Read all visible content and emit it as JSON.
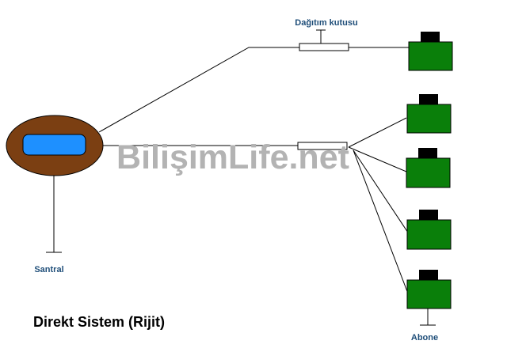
{
  "labels": {
    "distribution_box": "Dağıtım kutusu",
    "exchange": "Santral",
    "subscriber": "Abone",
    "title": "Direkt Sistem (Rijit)"
  },
  "watermark": {
    "text": "BilişimLife.net"
  },
  "colors": {
    "exchange_body": "#7b3f12",
    "exchange_core": "#1e90ff",
    "phone_body": "#0a7f0a",
    "phone_top": "#000000",
    "line": "#000000",
    "label_blue": "#1f4e79",
    "watermark": "#b3b3b3"
  }
}
